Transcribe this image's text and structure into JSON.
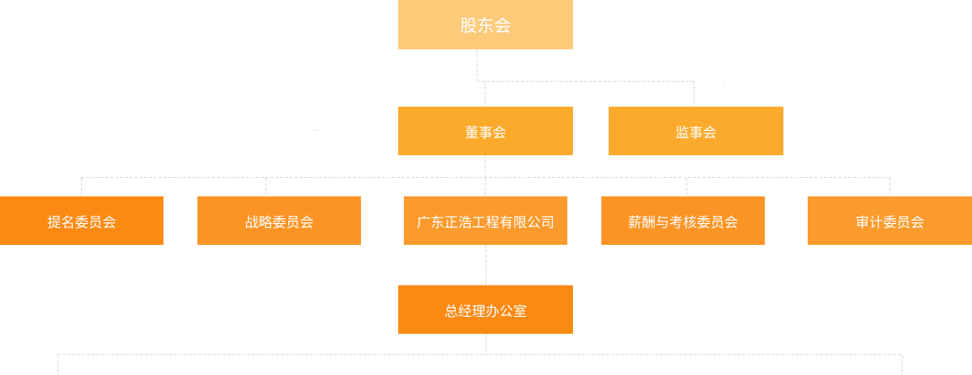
{
  "diagram": {
    "shareholders": {
      "label": "股东会",
      "color": "#fdca7a"
    },
    "board": {
      "label": "董事会",
      "color": "#fbaa2b"
    },
    "supervisors": {
      "label": "监事会",
      "color": "#fbaa2b"
    },
    "committees": [
      {
        "label": "提名委员会",
        "color": "#fb8a14"
      },
      {
        "label": "战略委员会",
        "color": "#fb9425"
      },
      {
        "label": "广东正浩工程有限公司",
        "color": "#fb9a2d"
      },
      {
        "label": "薪酬与考核委员会",
        "color": "#fb9425"
      },
      {
        "label": "审计委员会",
        "color": "#fb9a2d"
      }
    ],
    "gm_office": {
      "label": "总经理办公室",
      "color": "#fb8a14"
    }
  }
}
